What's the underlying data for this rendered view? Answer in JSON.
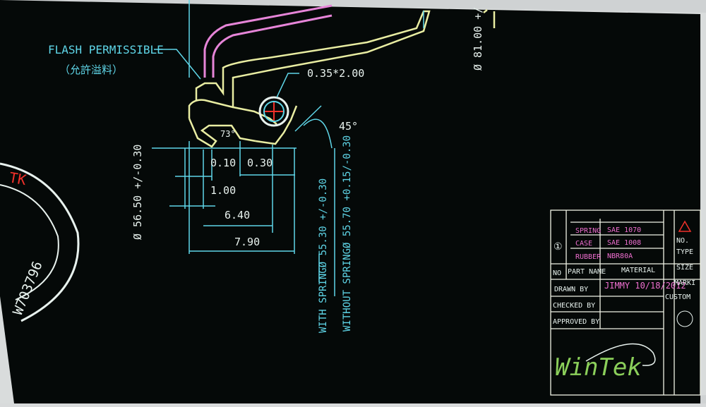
{
  "annotations": {
    "flash_label": "FLASH PERMISSIBLE",
    "flash_label_cjk": "（允許溢料）",
    "hole_callout": "0.35*2.00",
    "angle_73": "73°",
    "angle_45": "45°",
    "dim_010": "0.10",
    "dim_030": "0.30",
    "dim_100": "1.00",
    "dim_640": "6.40",
    "dim_790": "7.90",
    "dia_5650": "Ø 56.50 +/-0.30",
    "dia_8100": "Ø 81.00 +/",
    "dia_5530": "WITH SPRINGØ 55.30 +/-0.30",
    "dia_5570": "WITHOUT SPRINGØ 55.70 +0.15/-0.30",
    "ring_text_top": "TK",
    "ring_text_bottom": "W703796"
  },
  "title_block": {
    "row_number": "①",
    "bom": [
      {
        "part": "SPRING",
        "material": "SAE 1070"
      },
      {
        "part": "CASE",
        "material": "SAE 1008"
      },
      {
        "part": "RUBBER",
        "material": "NBR80A"
      }
    ],
    "header_no": "NO",
    "header_part_name": "PART NAME",
    "header_material": "MATERIAL",
    "drawn_label": "DRAWN    BY",
    "drawn_value": "JIMMY 10/18/2012",
    "checked_label": "CHECKED BY",
    "approved_label": "APPROVED BY",
    "right_no": "NO.",
    "right_type": "TYPE",
    "right_size": "SIZE",
    "right_marking": "MARKI",
    "right_custom": "CUSTOM",
    "logo_text": "WinTek"
  },
  "colors": {
    "screen": "#040807",
    "cyan": "#5fd6e8",
    "white": "#e8f2ee",
    "pink": "#e685d8",
    "yellow": "#e9eda2",
    "red": "#f2312a",
    "title_line": "#f1f3e6",
    "magenta_text": "#ef6fd0"
  }
}
